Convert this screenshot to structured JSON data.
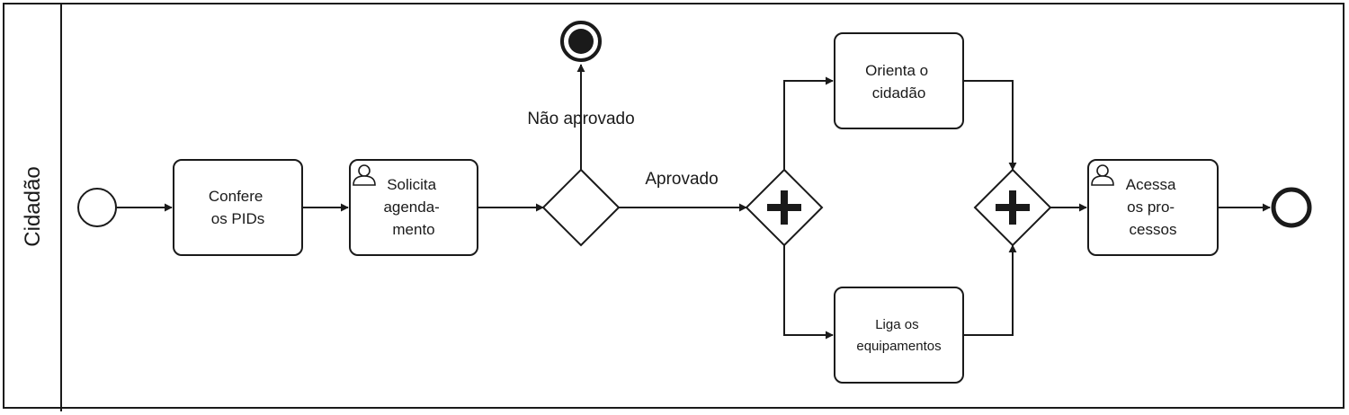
{
  "lane": {
    "label": "Cidadão"
  },
  "tasks": {
    "t1": {
      "lines": [
        "Confere",
        "os PIDs"
      ]
    },
    "t2": {
      "lines": [
        "Solicita",
        "agenda-",
        "mento"
      ]
    },
    "t3": {
      "lines": [
        "Orienta o",
        "cidadão"
      ]
    },
    "t4": {
      "lines": [
        "Liga os",
        "equipamentos"
      ]
    },
    "t5": {
      "lines": [
        "Acessa",
        "os pro-",
        "cessos"
      ]
    }
  },
  "flows": {
    "rejected": "Não aprovado",
    "approved": "Aprovado"
  },
  "colors": {
    "stroke": "#1a1a1a",
    "fill": "#ffffff"
  }
}
